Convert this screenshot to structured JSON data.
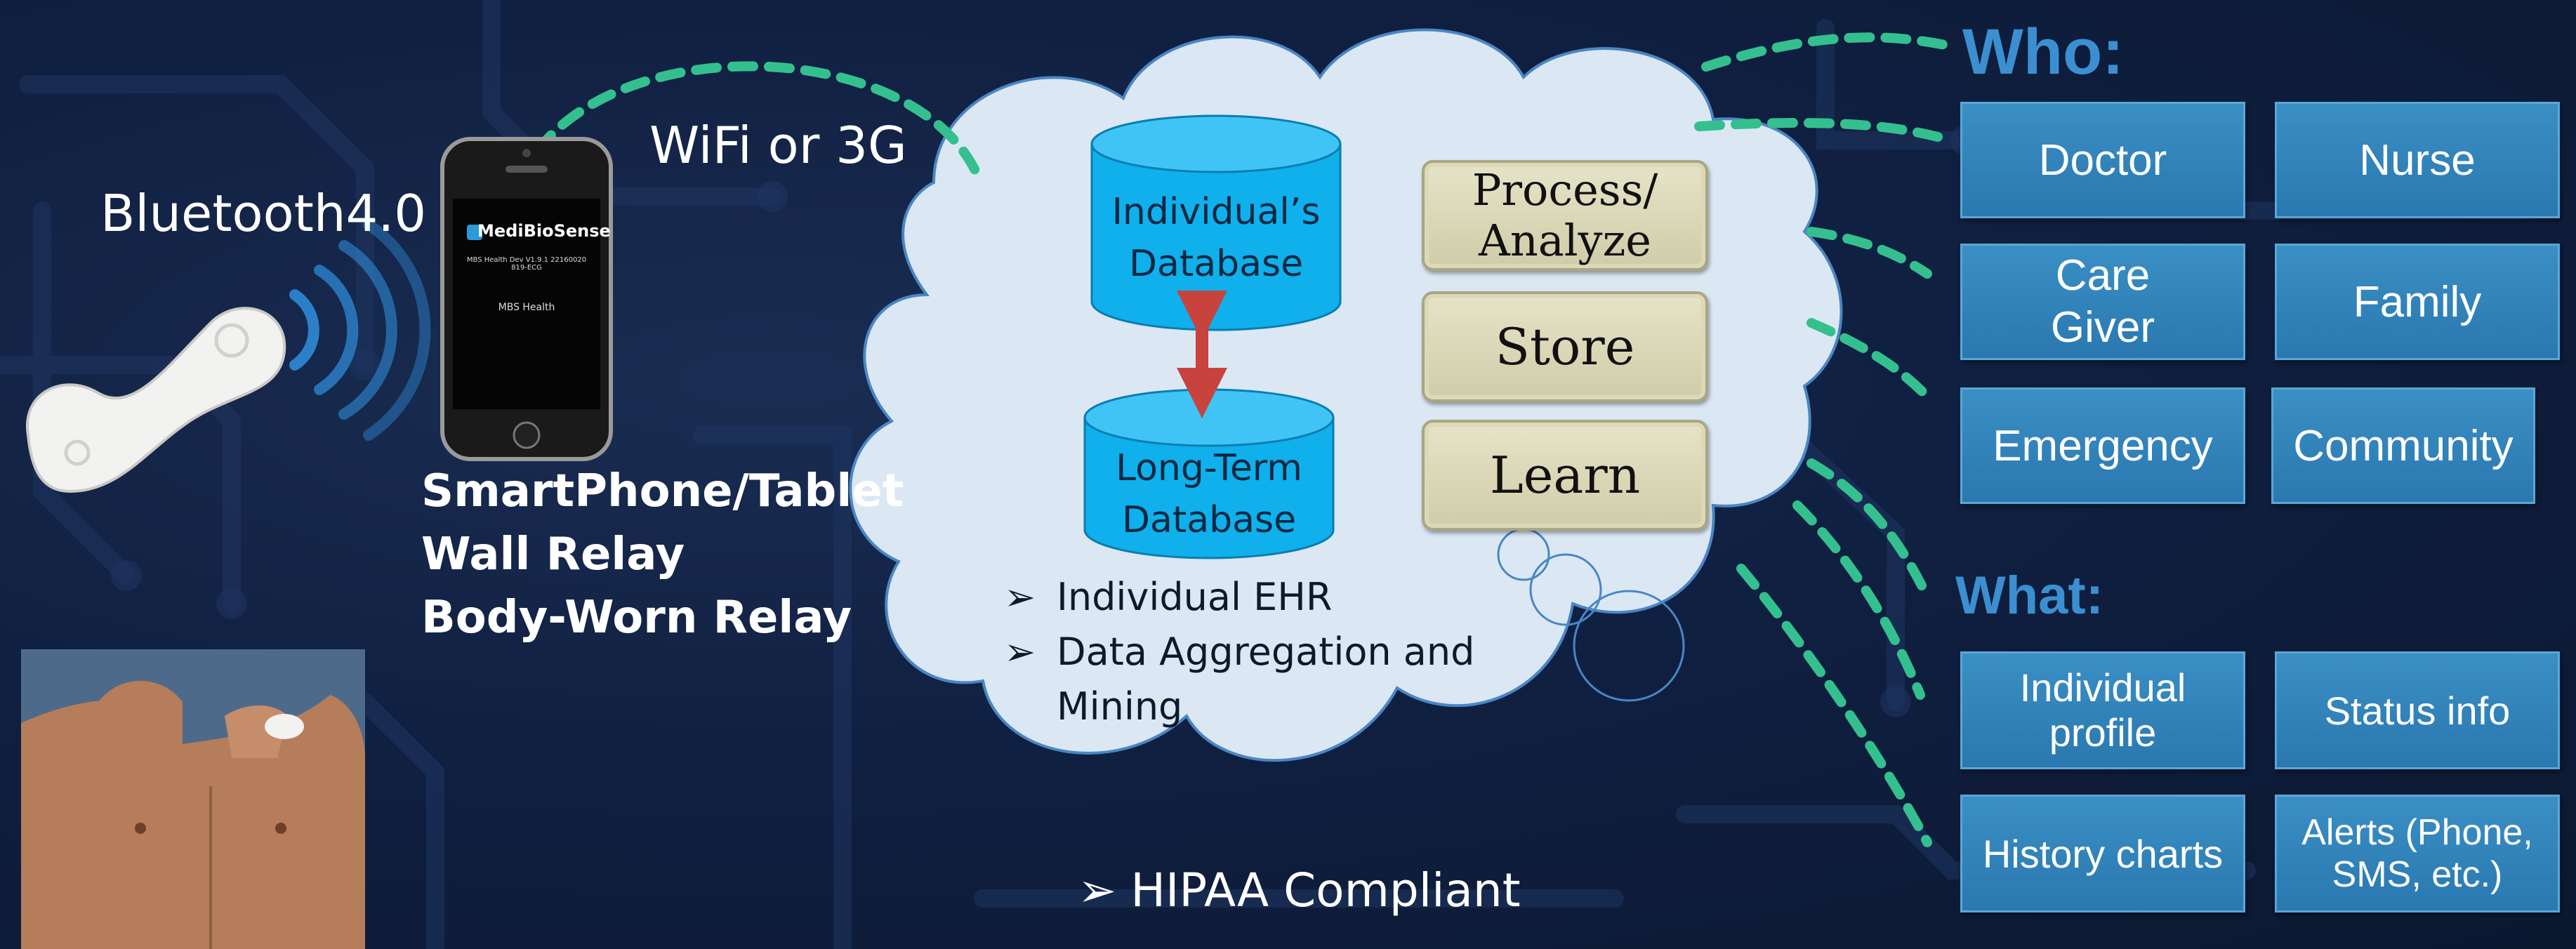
{
  "device": {
    "bluetooth_label": "Bluetooth4.0",
    "wifi_label": "WiFi or 3G",
    "app_brand": "MediBioSense",
    "app_status": "MBS Health Dev V1.9.1 22160020 819-ECG",
    "app_screen_text": "MBS Health"
  },
  "relays": [
    "SmartPhone/Tablet",
    "Wall Relay",
    "Body-Worn Relay"
  ],
  "cloud": {
    "db_individual": "Individual’s Database",
    "db_longterm": "Long-Term Database",
    "actions": [
      "Process/ Analyze",
      "Store",
      "Learn"
    ],
    "bullets": [
      "Individual EHR",
      "Data Aggregation and Mining"
    ]
  },
  "compliance": "HIPAA Compliant",
  "who": {
    "heading": "Who:",
    "items": [
      "Doctor",
      "Nurse",
      "Care Giver",
      "Family",
      "Emergency",
      "Community"
    ]
  },
  "what": {
    "heading": "What:",
    "items": [
      "Individual profile",
      "Status info",
      "History charts",
      "Alerts (Phone, SMS, etc.)"
    ]
  },
  "colors": {
    "background": "#102042",
    "cloud": "#dbe8f4",
    "cylinder": "#0fb0ec",
    "arrow": "#c8433e",
    "dashed_link": "#34c08e",
    "tile": "#2f82bb",
    "heading": "#3b8fd0",
    "button": "#d8d5b4"
  }
}
